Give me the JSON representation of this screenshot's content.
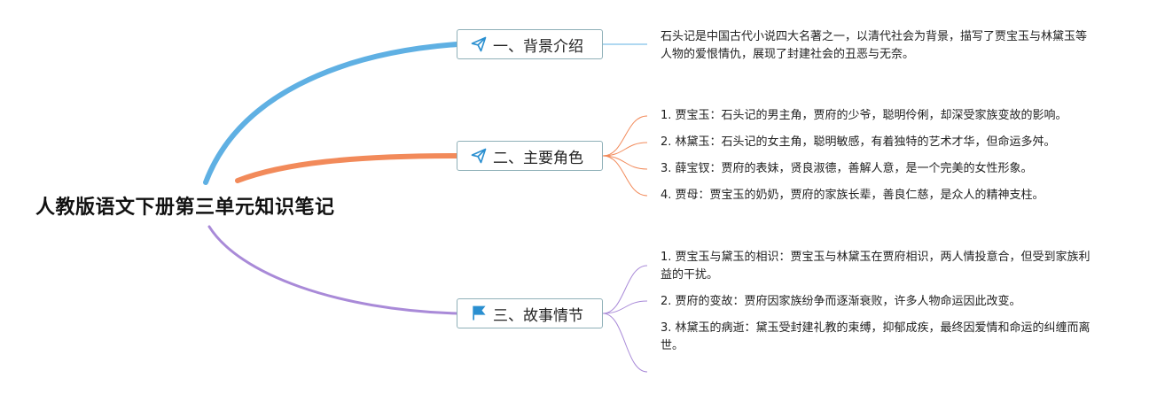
{
  "root": {
    "title": "人教版语文下册第三单元知识笔记"
  },
  "colors": {
    "branch_1": "#5fb0e3",
    "branch_2": "#f28a5a",
    "branch_3": "#a98ad8",
    "topic_border": "#8fb0b8",
    "icon_blue": "#2a8fd0"
  },
  "topics": [
    {
      "label": "一、背景介绍",
      "icon": "paper-plane-icon",
      "notes": [
        "石头记是中国古代小说四大名著之一，以清代社会为背景，描写了贾宝玉与林黛玉等人物的爱恨情仇，展现了封建社会的丑恶与无奈。"
      ]
    },
    {
      "label": "二、主要角色",
      "icon": "paper-plane-icon",
      "notes": [
        "1. 贾宝玉：石头记的男主角，贾府的少爷，聪明伶俐，却深受家族变故的影响。",
        "2. 林黛玉：石头记的女主角，聪明敏感，有着独特的艺术才华，但命运多舛。",
        "3. 薛宝钗：贾府的表妹，贤良淑德，善解人意，是一个完美的女性形象。",
        "4. 贾母：贾宝玉的奶奶，贾府的家族长辈，善良仁慈，是众人的精神支柱。"
      ]
    },
    {
      "label": "三、故事情节",
      "icon": "flag-icon",
      "notes": [
        "1. 贾宝玉与黛玉的相识：贾宝玉与林黛玉在贾府相识，两人情投意合，但受到家族利益的干扰。",
        "2. 贾府的变故：贾府因家族纷争而逐渐衰败，许多人物命运因此改变。",
        "3. 林黛玉的病逝：黛玉受封建礼教的束缚，抑郁成疾，最终因爱情和命运的纠缠而离世。"
      ]
    }
  ]
}
